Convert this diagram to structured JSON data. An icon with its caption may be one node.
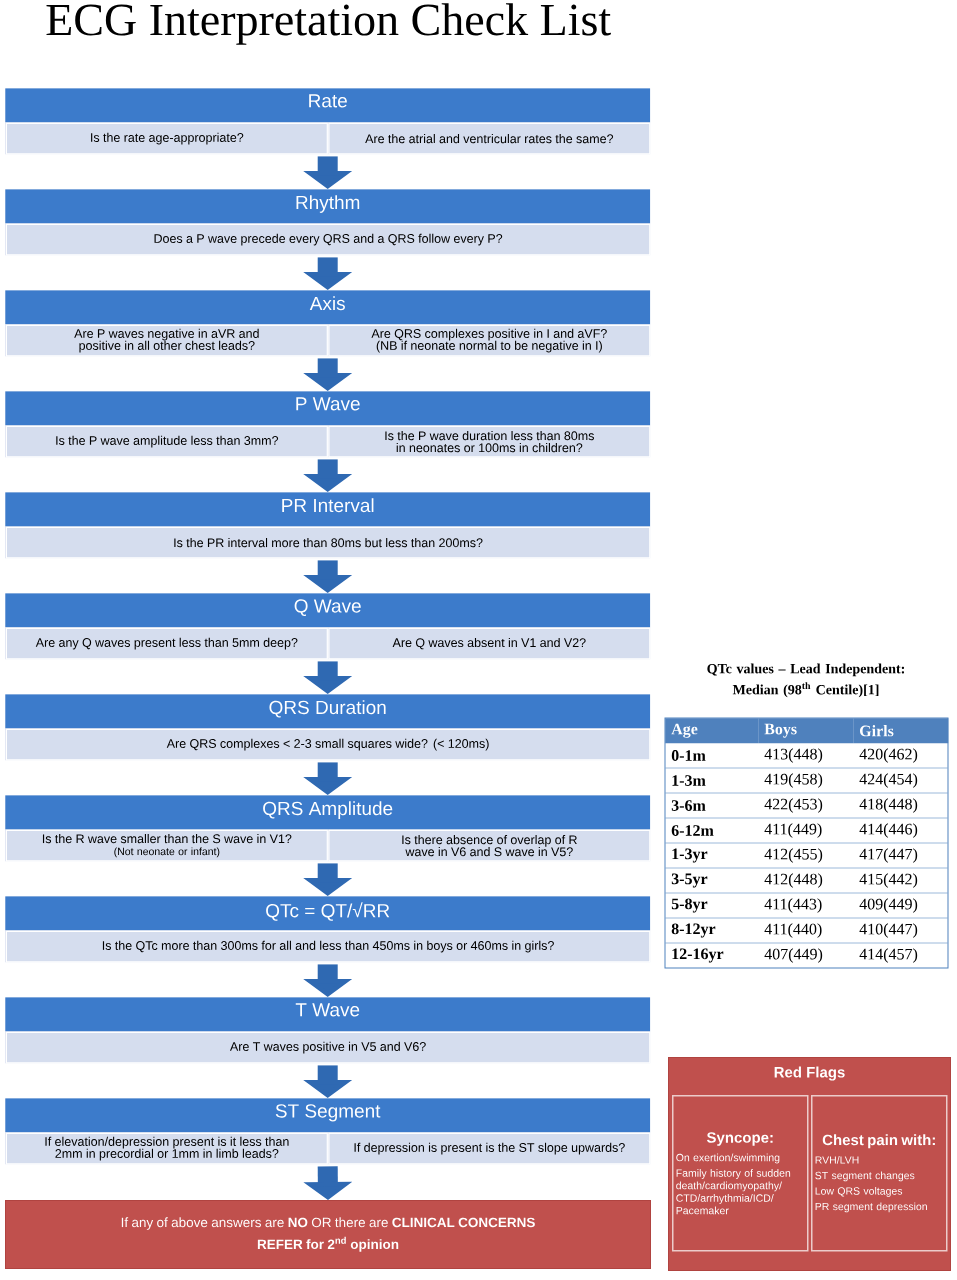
{
  "diagram": {
    "title": "ECG Interpretation Check List",
    "nodes": [
      {
        "text": [
          "Rate"
        ]
      },
      {
        "text": [
          "Is the rate age-appropriate?"
        ],
        "in": 0
      },
      {
        "text": [
          "Are the atrial and ventricular rates the same?"
        ],
        "in": 0
      },
      {
        "text": [
          "Rhythm"
        ]
      },
      {
        "text": [
          "Does a P wave precede every QRS and a QRS follow every P?"
        ],
        "in": 3
      },
      {
        "text": [
          "Axis"
        ]
      },
      {
        "text": [
          "Are P waves negative in aVR and positive in all other chest leads?"
        ],
        "in": 5
      },
      {
        "text": [
          "Are QRS complexes positive in I and aVF? (NB if neonate normal to be negative in I)"
        ],
        "in": 5
      },
      {
        "text": [
          "P Wave"
        ]
      },
      {
        "text": [
          "Is the P wave amplitude less than 3mm?"
        ],
        "in": 8
      },
      {
        "text": [
          "Is the P wave duration less than 80ms in neonates or 100ms in children?"
        ],
        "in": 8
      },
      {
        "text": [
          "PR Interval"
        ]
      },
      {
        "text": [
          "Is the PR interval more than 80ms but less than 200ms?"
        ],
        "in": 11
      },
      {
        "text": [
          "Q Wave"
        ]
      },
      {
        "text": [
          "Are any Q waves present less than 5mm deep?"
        ],
        "in": 13
      },
      {
        "text": [
          "Are Q waves absent in V1 and V2?"
        ],
        "in": 13
      },
      {
        "text": [
          "QRS Duration"
        ]
      },
      {
        "text": [
          "Are QRS complexes < 2-3 small squares wide? (< 120ms)"
        ],
        "in": 16
      },
      {
        "text": [
          "QRS Amplitude"
        ]
      },
      {
        "text": [
          "Is the R wave smaller than the S wave in V1?",
          "(Not neonate or infant)"
        ],
        "in": 18
      },
      {
        "text": [
          "Is there absence of overlap of R wave in V6 and S wave in V5?"
        ],
        "in": 18
      },
      {
        "text": [
          "QTc = QT/√RR"
        ]
      },
      {
        "text": [
          "Is the QTc more than 300ms for all and less than 450ms in boys or 460ms in girls?"
        ],
        "in": 21
      },
      {
        "text": [
          "T Wave"
        ]
      },
      {
        "text": [
          "Are T waves positive in V5 and V6?"
        ],
        "in": 23
      },
      {
        "text": [
          "ST Segment"
        ]
      },
      {
        "text": [
          "If elevation/depression present is it less than 2mm in precordial or 1mm in limb leads?"
        ],
        "in": 25
      },
      {
        "text": [
          "If depression is present is the ST slope upwards?"
        ],
        "in": 25
      },
      {
        "text": [
          "If any of above answers are **NO** OR there are **CLINICAL CONCERNS**",
          "REFER for 2$^{nd}$ opinion"
        ]
      },
      {
        "text": [
          "Red Flags"
        ]
      },
      {
        "text": [
          "Syncope:",
          "On exertion/swimming",
          "Family history of sudden death/cardiomyopathy/ CTD/arrhythmia/ICD/ Pacemaker"
        ],
        "in": 29
      },
      {
        "text": [
          "Chest pain with:",
          "RVH/LVH",
          "ST segment changes",
          "Low QRS voltages",
          "PR segment depression"
        ],
        "in": 29
      }
    ],
    "edges": [
      {
        "from": 0,
        "to": 3,
        "arrow": "to"
      },
      {
        "from": 3,
        "to": 5,
        "arrow": "to"
      },
      {
        "from": 5,
        "to": 8,
        "arrow": "to"
      },
      {
        "from": 8,
        "to": 11,
        "arrow": "to"
      },
      {
        "from": 11,
        "to": 13,
        "arrow": "to"
      },
      {
        "from": 13,
        "to": 16,
        "arrow": "to"
      },
      {
        "from": 16,
        "to": 18,
        "arrow": "to"
      },
      {
        "from": 18,
        "to": 21,
        "arrow": "to"
      },
      {
        "from": 21,
        "to": 23,
        "arrow": "to"
      },
      {
        "from": 23,
        "to": 25,
        "arrow": "to"
      },
      {
        "from": 25,
        "to": 28,
        "arrow": "to"
      }
    ],
    "labels": [
      "QTc values – Lead Independent: Median (98$^{th}$ Centile)[1]",
      "Age",
      "Boys",
      "Girls",
      "0-1m",
      "413(448)",
      "420(462)",
      "1-3m",
      "419(458)",
      "424(454)",
      "3-6m",
      "422(453)",
      "418(448)",
      "6-12m",
      "411(449)",
      "414(446)",
      "1-3yr",
      "412(455)",
      "417(447)",
      "3-5yr",
      "412(448)",
      "415(442)",
      "5-8yr",
      "411(443)",
      "409(449)",
      "8-12yr",
      "411(440)",
      "410(447)",
      "12-16yr",
      "407(449)",
      "414(457)"
    ]
  }
}
